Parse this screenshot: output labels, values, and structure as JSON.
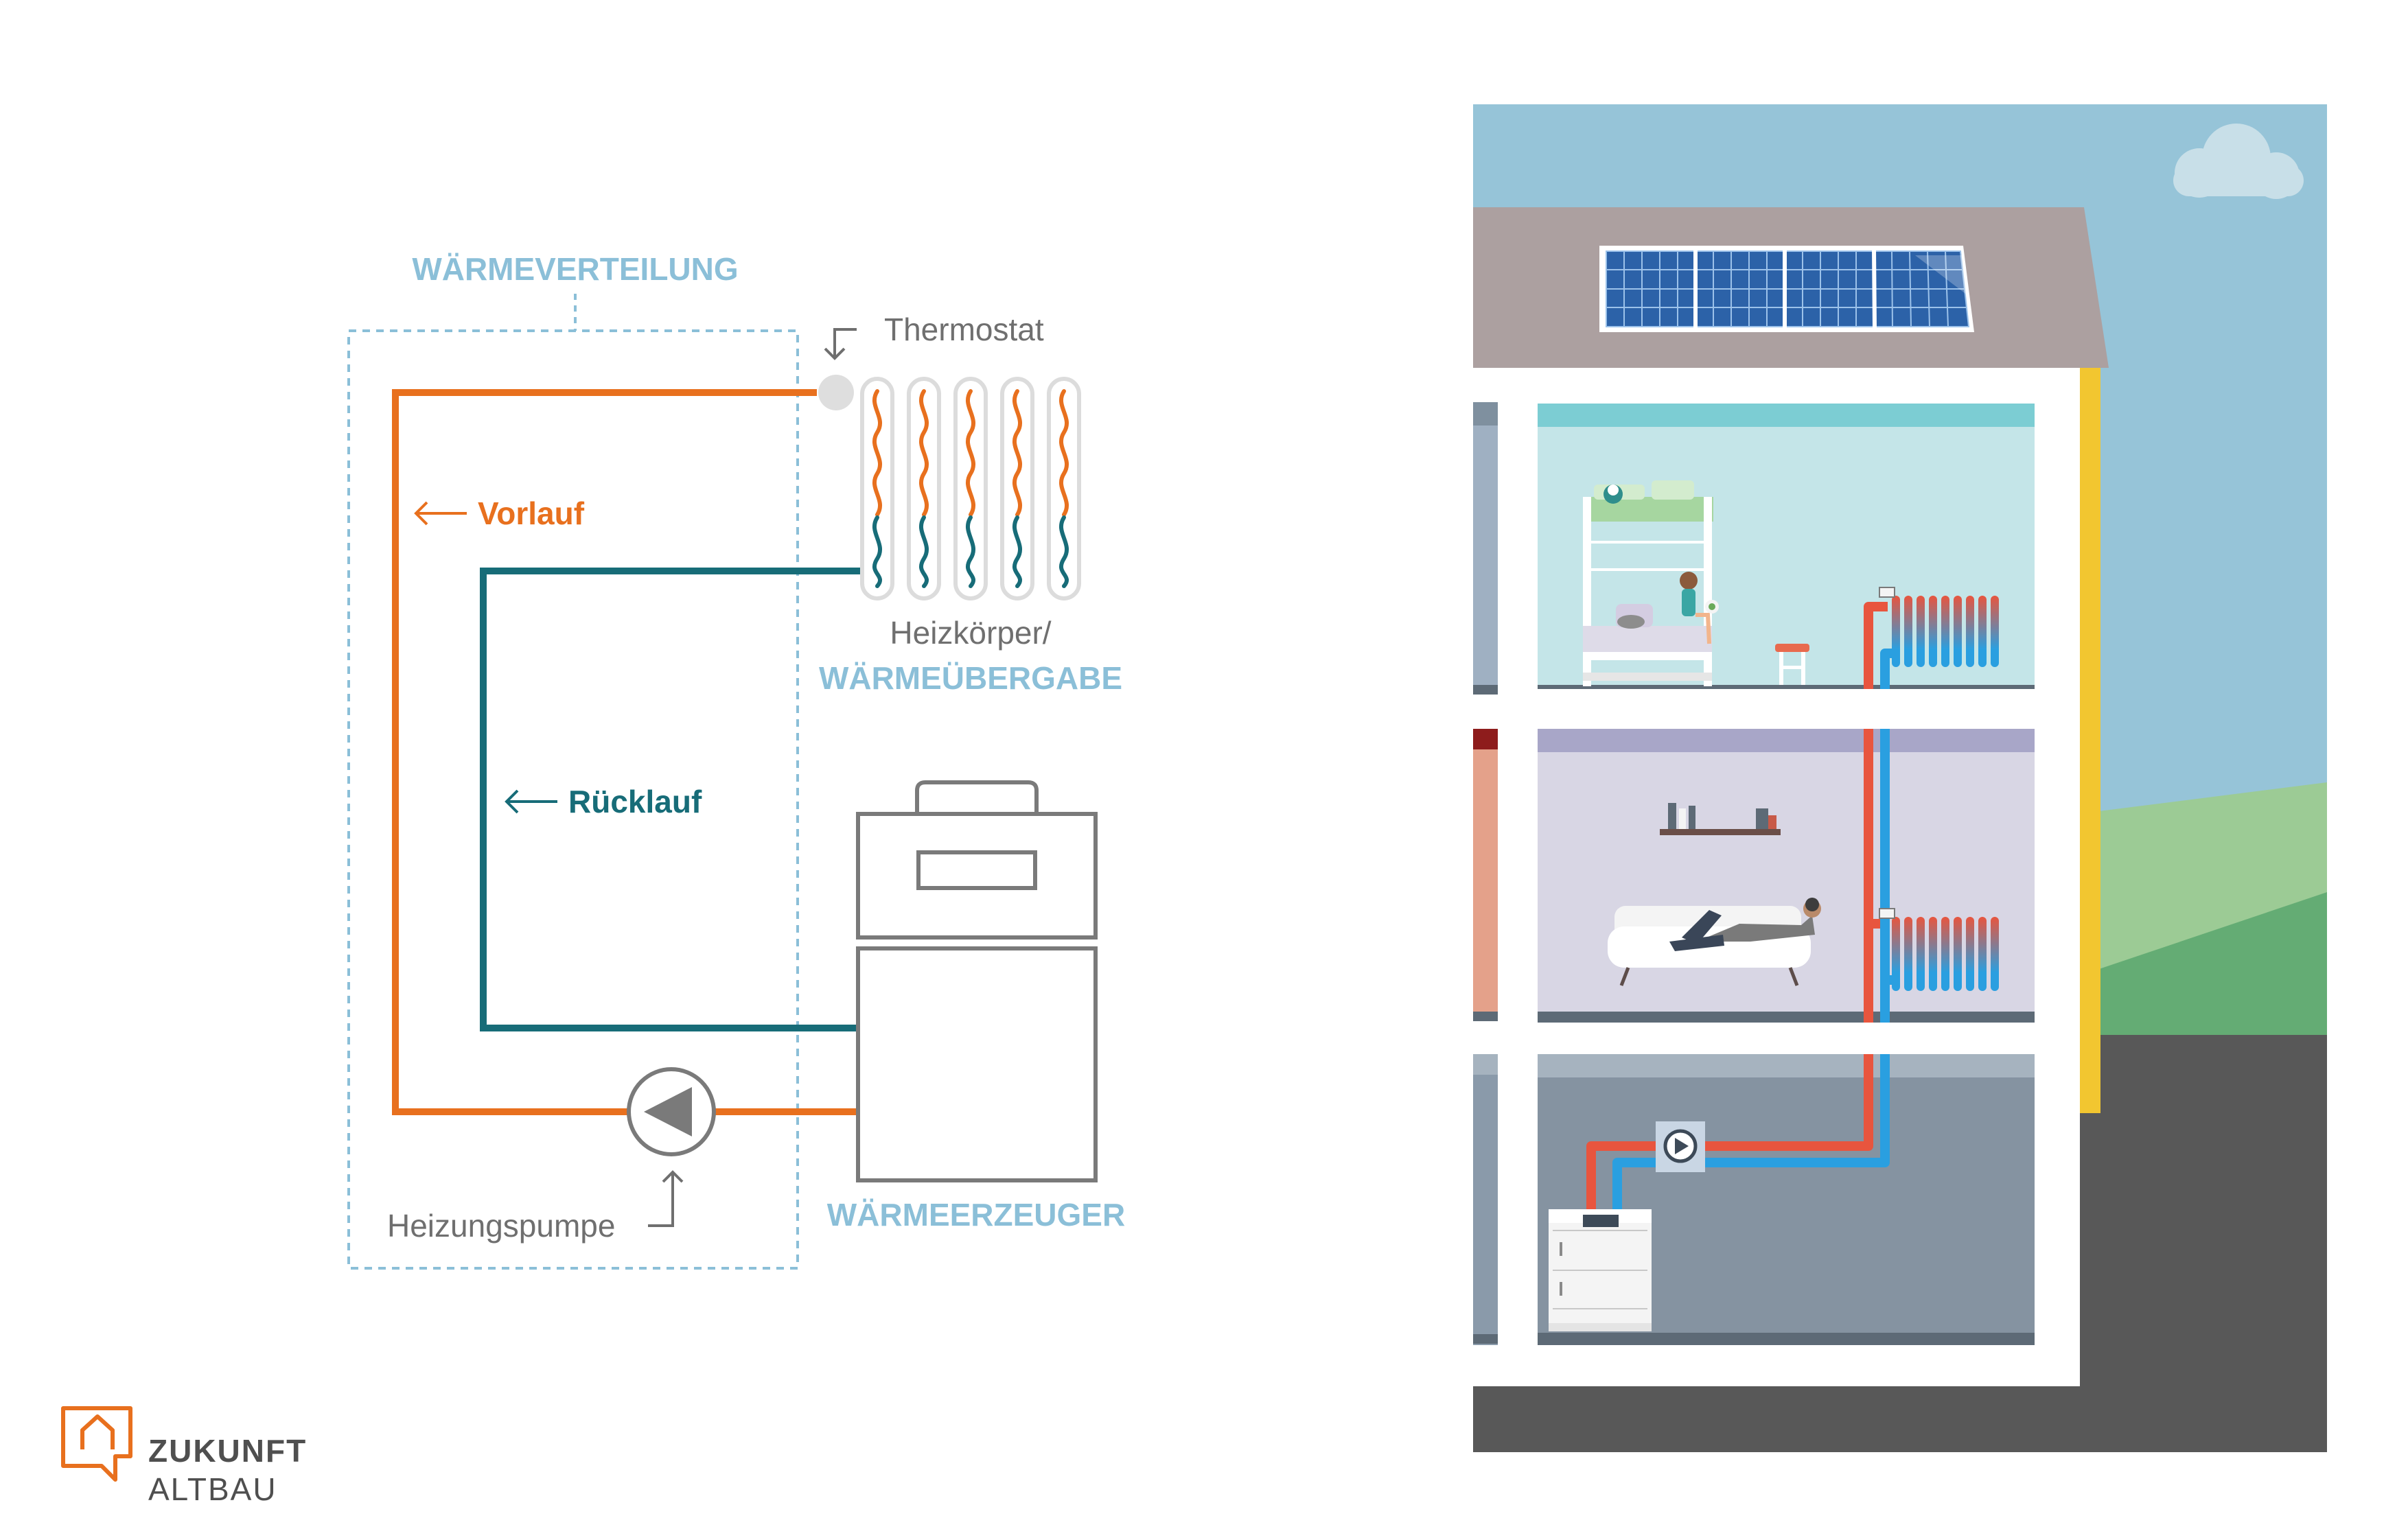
{
  "labels": {
    "distribution": "WÄRMEVERTEILUNG",
    "thermostat": "Thermostat",
    "flow": "Vorlauf",
    "return": "Rücklauf",
    "radiator": "Heizkörper/",
    "heat_transfer": "WÄRMEÜBERGABE",
    "heat_generator": "WÄRMEERZEUGER",
    "pump": "Heizungspumpe"
  },
  "logo": {
    "line1": "ZUKUNFT",
    "line2": "ALTBAU"
  },
  "colors": {
    "flow": "#e8701e",
    "return": "#176c78",
    "accent_light_blue": "#8bbfd8",
    "gray": "#6f6f6f",
    "logo_orange": "#e8701e",
    "sky": "#96c4d8",
    "roof": "#aca0a0",
    "ground": "#585858",
    "pipe_hot": "#e8553e",
    "pipe_cold": "#2a9fe0",
    "grass_light": "#9ccb95",
    "grass_dark": "#64ac74",
    "yellow_trim": "#f2c630"
  },
  "icons": [
    "arrow-icon",
    "pump-icon",
    "radiator-icon",
    "boiler-icon",
    "house-logo-icon",
    "cloud-icon",
    "solar-panel-icon"
  ]
}
